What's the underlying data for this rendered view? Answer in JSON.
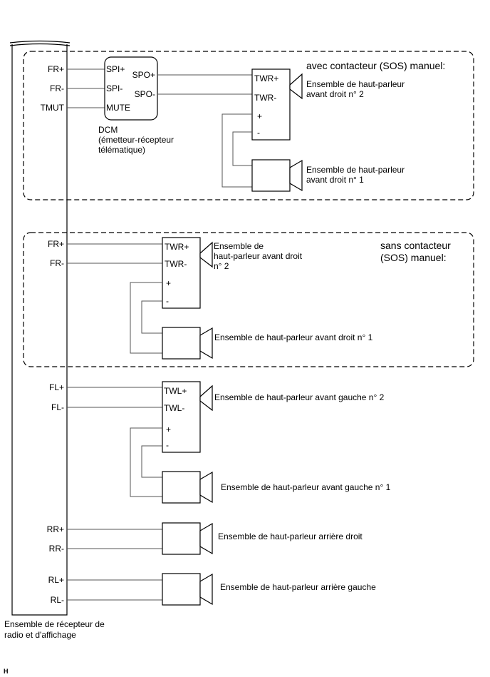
{
  "radio_unit": {
    "label_line1": "Ensemble de récepteur de",
    "label_line2": "radio et d'affichage",
    "pins": {
      "fr_plus_1": "FR+",
      "fr_minus_1": "FR-",
      "tmut": "TMUT",
      "fr_plus_2": "FR+",
      "fr_minus_2": "FR-",
      "fl_plus": "FL+",
      "fl_minus": "FL-",
      "rr_plus": "RR+",
      "rr_minus": "RR-",
      "rl_plus": "RL+",
      "rl_minus": "RL-"
    }
  },
  "group_with_sos": {
    "title": "avec contacteur (SOS) manuel:",
    "dcm": {
      "pins": {
        "spi_plus": "SPI+",
        "spi_minus": "SPI-",
        "mute": "MUTE",
        "spo_plus": "SPO+",
        "spo_minus": "SPO-"
      },
      "label_line1": "DCM",
      "label_line2": "(émetteur-récepteur",
      "label_line3": "télématique)"
    },
    "tweeter": {
      "pins": {
        "twr_plus": "TWR+",
        "twr_minus": "TWR-",
        "plus": "+",
        "minus": "-"
      },
      "label_line1": "Ensemble de haut-parleur",
      "label_line2": "avant droit n° 2"
    },
    "woofer": {
      "label_line1": "Ensemble de haut-parleur",
      "label_line2": "avant droit n° 1"
    }
  },
  "group_without_sos": {
    "title_line1": "sans contacteur",
    "title_line2": "(SOS) manuel:",
    "tweeter": {
      "pins": {
        "twr_plus": "TWR+",
        "twr_minus": "TWR-",
        "plus": "+",
        "minus": "-"
      },
      "label_line1": "Ensemble de",
      "label_line2": "haut-parleur avant droit",
      "label_line3": "n° 2"
    },
    "woofer": {
      "label": "Ensemble de haut-parleur avant droit n° 1"
    }
  },
  "front_left": {
    "tweeter": {
      "pins": {
        "twl_plus": "TWL+",
        "twl_minus": "TWL-",
        "plus": "+",
        "minus": "-"
      },
      "label": "Ensemble de haut-parleur avant gauche n° 2"
    },
    "woofer": {
      "label": "Ensemble de haut-parleur avant gauche n° 1"
    }
  },
  "rear_right": {
    "label": "Ensemble de haut-parleur arrière droit"
  },
  "rear_left": {
    "label": "Ensemble de haut-parleur arrière gauche"
  },
  "footer_code": "H"
}
